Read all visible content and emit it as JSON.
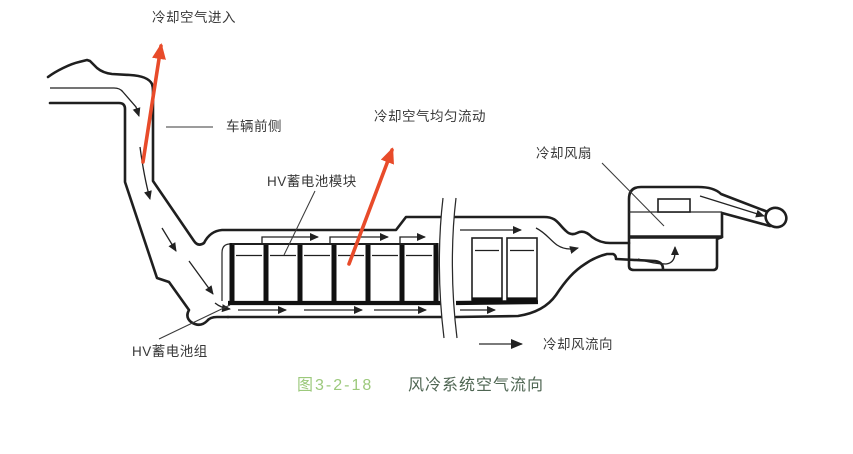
{
  "figure": {
    "caption_number": "图3-2-18",
    "caption_title": "风冷系统空气流向"
  },
  "labels": {
    "air_inlet": "冷却空气进入",
    "vehicle_front": "车辆前侧",
    "uniform_flow": "冷却空气均匀流动",
    "battery_module": "HV蓄电池模块",
    "cooling_fan": "冷却风扇",
    "battery_pack": "HV蓄电池组",
    "flow_legend": "冷却风流向"
  },
  "colors": {
    "line": "#1f1f1f",
    "red_flow_arrow": "#e84b2a",
    "caption_number_green": "#9cc97c",
    "caption_title_green": "#4e6552",
    "background": "#ffffff"
  },
  "diagram": {
    "type": "airflow-schematic",
    "battery_modules_main": 6,
    "battery_modules_rear": 2,
    "flow_direction": "left-to-right"
  }
}
